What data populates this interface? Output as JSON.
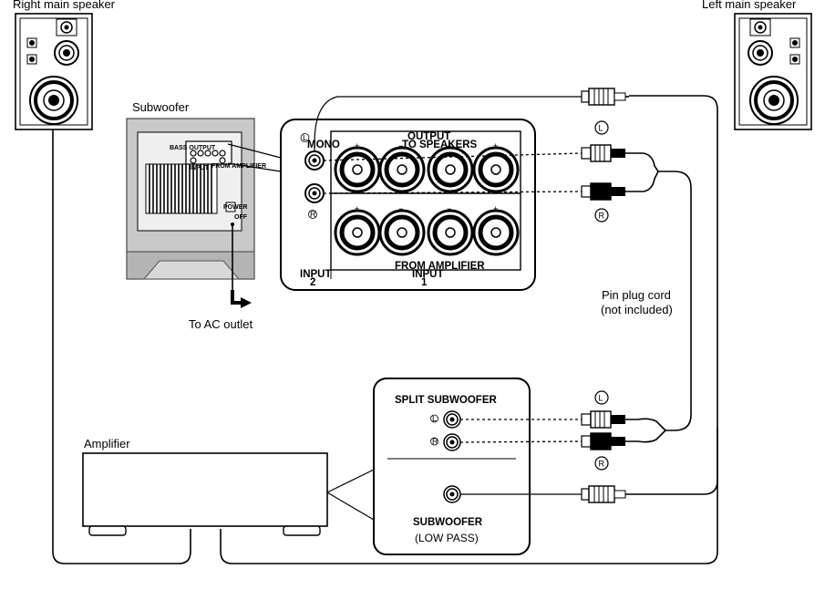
{
  "speakers": {
    "right": "Right main speaker",
    "left": "Left main speaker"
  },
  "subwoofer": {
    "title": "Subwoofer",
    "panel_text": "BASS OUTPUT",
    "input_text": "INPUT",
    "from_amp_text": "FROM AMPLIFIER",
    "power_text": "POWER",
    "off_text": "OFF",
    "ac_outlet": "To AC outlet"
  },
  "terminal_panel": {
    "mono": "MONO",
    "l_symbol": "L",
    "r_symbol": "R",
    "output_line1": "OUTPUT",
    "output_line2": "TO SPEAKERS",
    "from_amplifier": "FROM AMPLIFIER",
    "input2_line1": "INPUT",
    "input2_line2": "2",
    "input1_line1": "INPUT",
    "input1_line2": "1",
    "plus": "+",
    "minus": "−"
  },
  "cord": {
    "l_marker": "L",
    "r_marker": "R",
    "label_line1": "Pin plug cord",
    "label_line2": "(not included)"
  },
  "amplifier": {
    "title": "Amplifier",
    "split_subwoofer": "SPLIT SUBWOOFER",
    "subwoofer": "SUBWOOFER",
    "low_pass": "(LOW PASS)",
    "l_symbol": "L",
    "r_symbol": "R"
  }
}
